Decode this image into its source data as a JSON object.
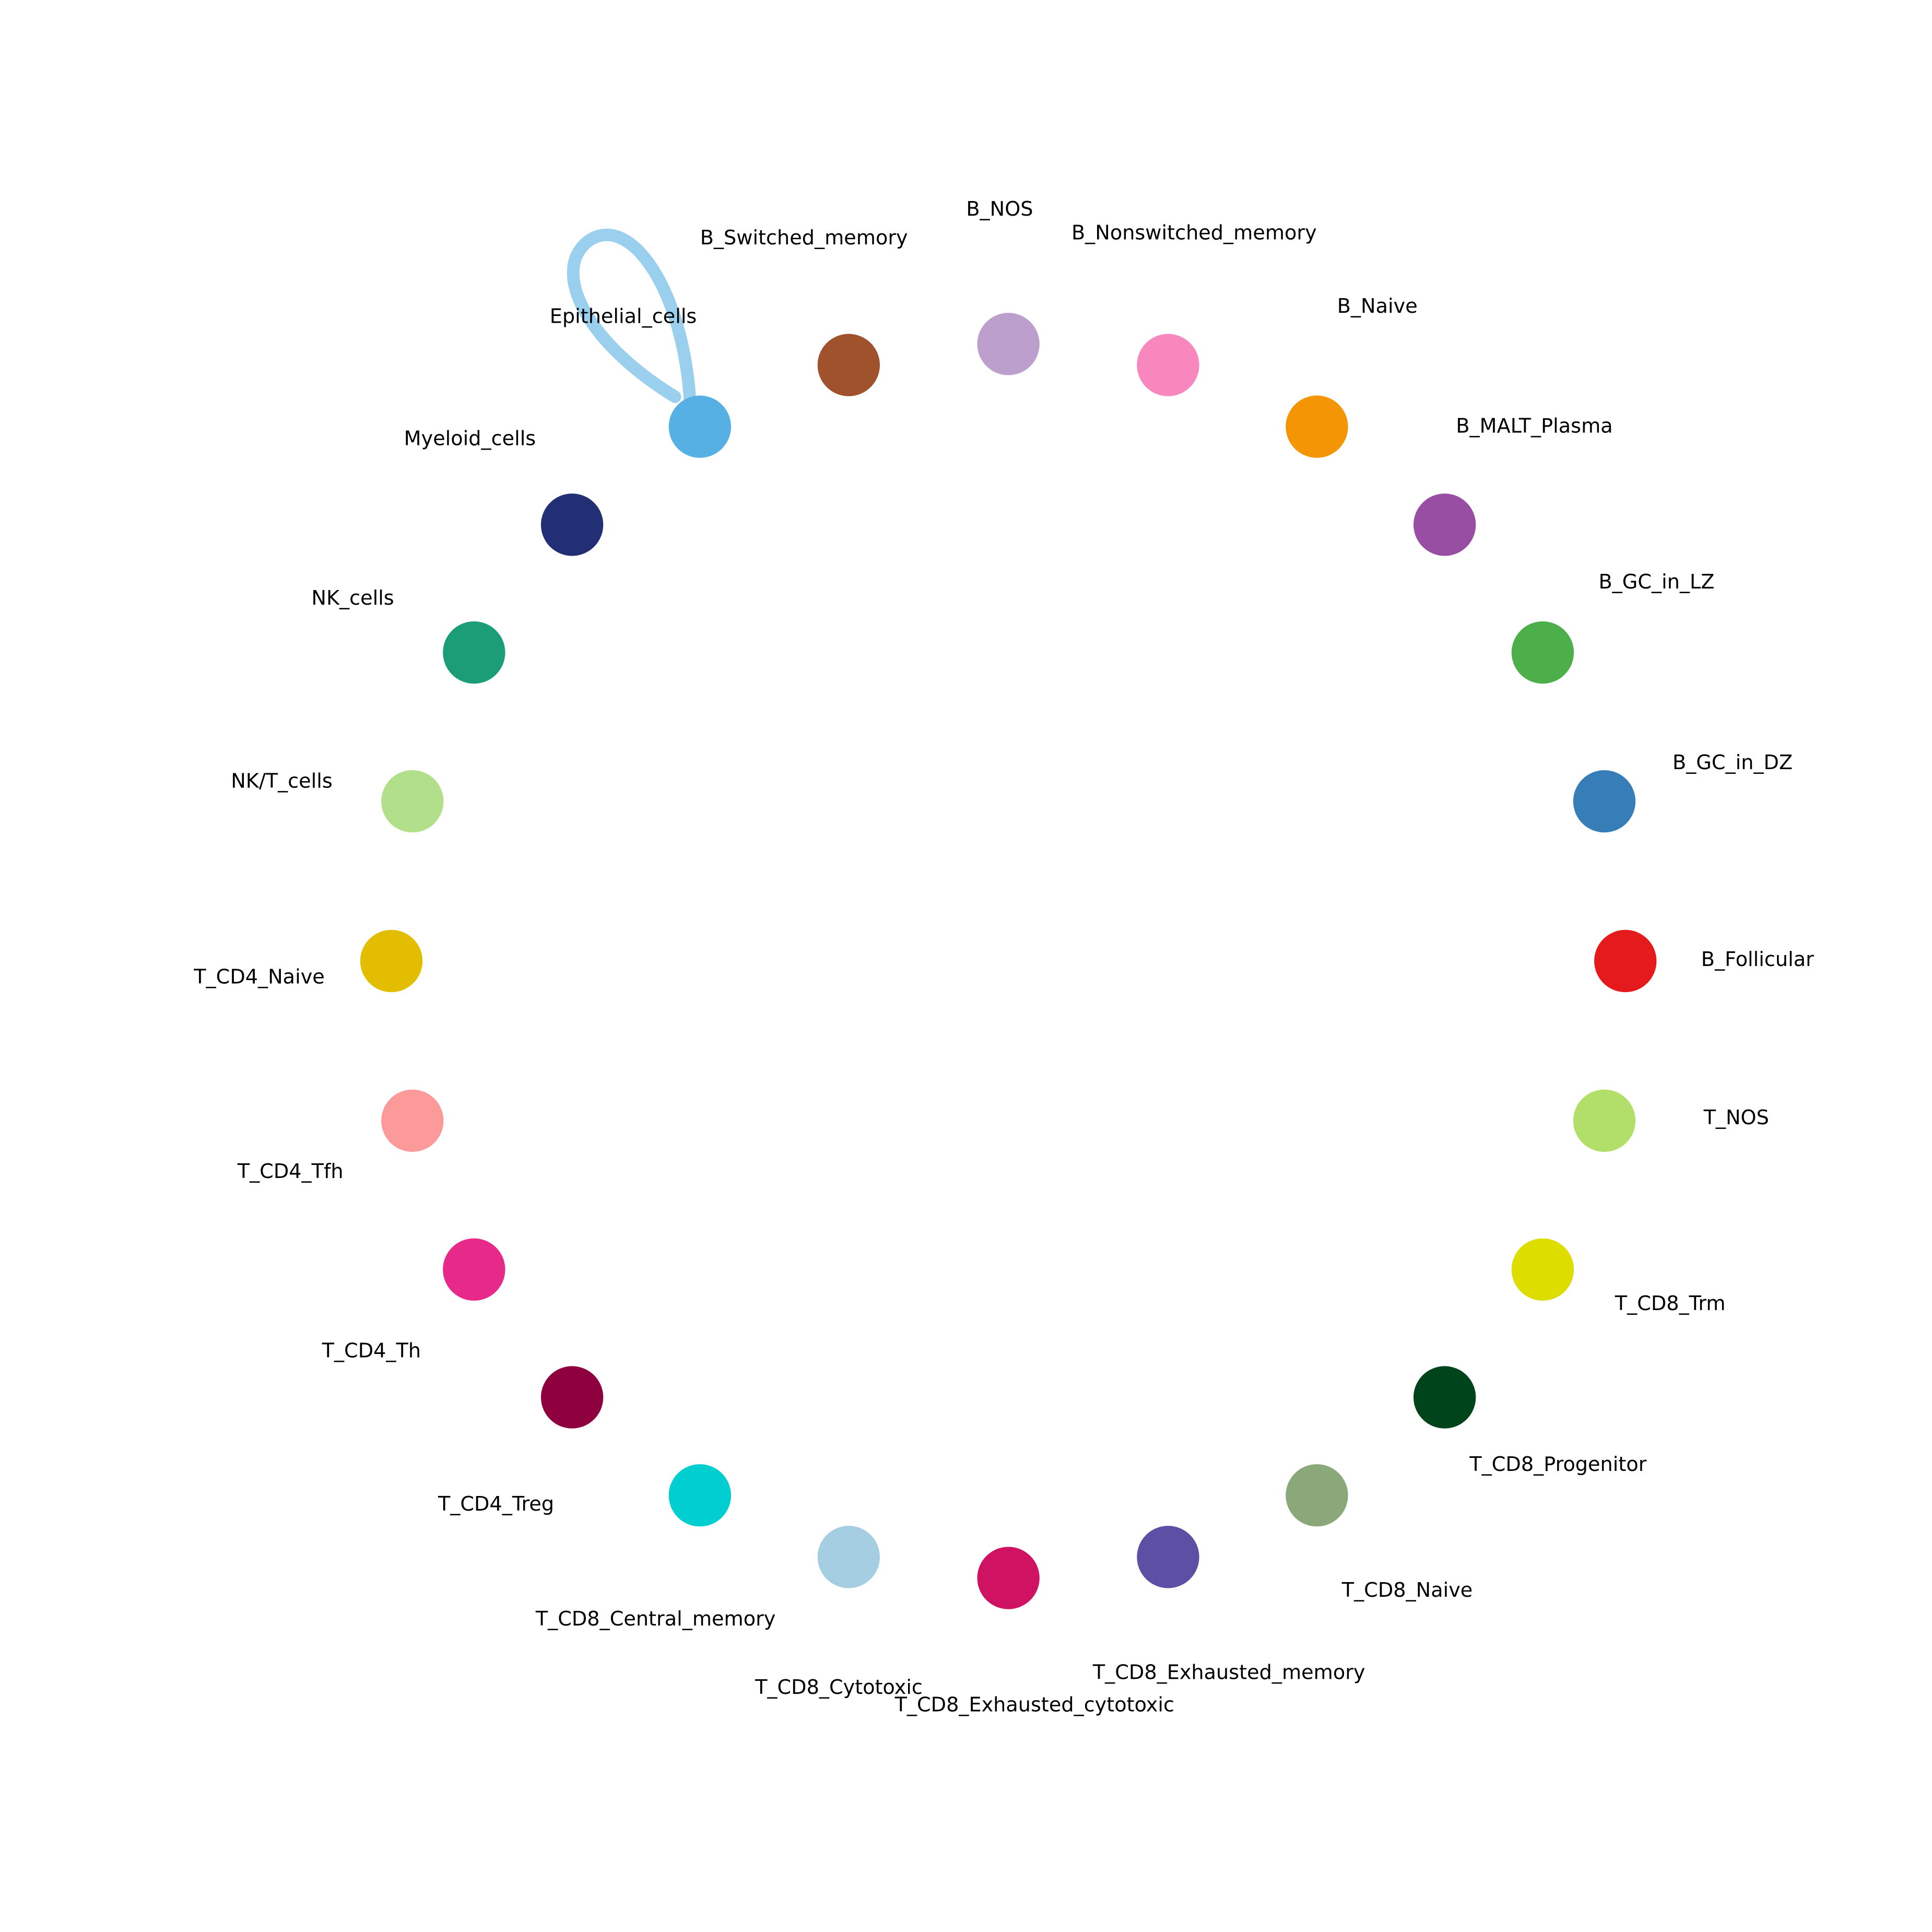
{
  "chart_data": {
    "type": "network-circle",
    "title": "",
    "nodes": [
      {
        "label": "Epithelial_cells",
        "color": "#56B0E3"
      },
      {
        "label": "B_Switched_memory",
        "color": "#A0522D"
      },
      {
        "label": "B_NOS",
        "color": "#BC9FCC"
      },
      {
        "label": "B_Nonswitched_memory",
        "color": "#F887BE"
      },
      {
        "label": "B_Naive",
        "color": "#F39505"
      },
      {
        "label": "B_MALT_Plasma",
        "color": "#984EA3"
      },
      {
        "label": "B_GC_in_LZ",
        "color": "#4DAF4A"
      },
      {
        "label": "B_GC_in_DZ",
        "color": "#377EB8"
      },
      {
        "label": "B_Follicular",
        "color": "#E41A1C"
      },
      {
        "label": "T_NOS",
        "color": "#B2DF6A"
      },
      {
        "label": "T_CD8_Trm",
        "color": "#DDDD00"
      },
      {
        "label": "T_CD8_Progenitor",
        "color": "#00441B"
      },
      {
        "label": "T_CD8_Naive",
        "color": "#8BA87A"
      },
      {
        "label": "T_CD8_Exhausted_memory",
        "color": "#5D4FA3"
      },
      {
        "label": "T_CD8_Exhausted_cytotoxic",
        "color": "#D01262"
      },
      {
        "label": "T_CD8_Cytotoxic",
        "color": "#A6CEE3"
      },
      {
        "label": "T_CD8_Central_memory",
        "color": "#00CED1"
      },
      {
        "label": "T_CD4_Treg",
        "color": "#8E003E"
      },
      {
        "label": "T_CD4_Th",
        "color": "#E7298A"
      },
      {
        "label": "T_CD4_Tfh",
        "color": "#FB9A99"
      },
      {
        "label": "T_CD4_Naive",
        "color": "#E3BE00"
      },
      {
        "label": "NK/T_cells",
        "color": "#B2E08A"
      },
      {
        "label": "NK_cells",
        "color": "#1B9E77"
      },
      {
        "label": "Myeloid_cells",
        "color": "#232F75"
      }
    ],
    "edges": [
      {
        "source": "Epithelial_cells",
        "target": "Epithelial_cells",
        "color": "#9ACFEE",
        "self_loop": true
      }
    ]
  }
}
